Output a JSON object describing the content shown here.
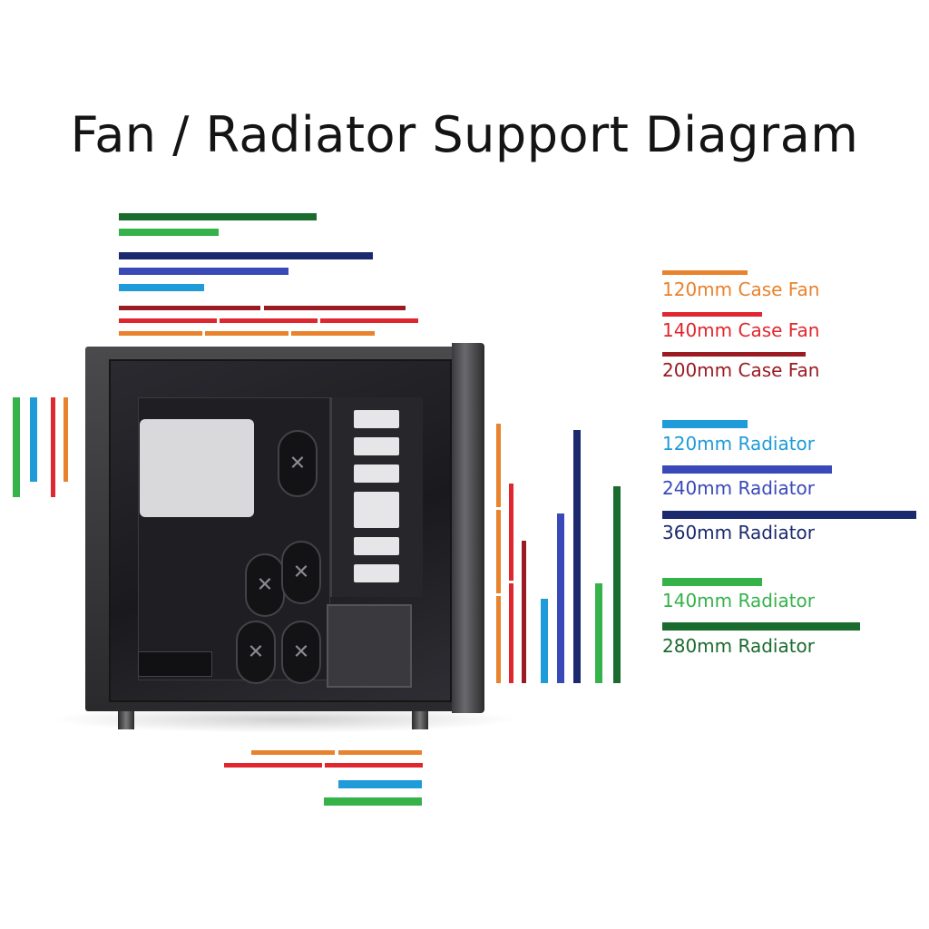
{
  "title": "Fan / Radiator Support Diagram",
  "colors": {
    "fan120": "#e8822c",
    "fan140": "#e0262e",
    "fan200": "#9a1b22",
    "rad120": "#1e9bd8",
    "rad240": "#3949b8",
    "rad360": "#1b2a6e",
    "rad140": "#35b24a",
    "rad280": "#1a6b2e"
  },
  "legend": [
    {
      "label": "120mm Case Fan",
      "color": "#e8822c"
    },
    {
      "label": "140mm Case Fan",
      "color": "#e0262e"
    },
    {
      "label": "200mm Case Fan",
      "color": "#9a1b22"
    },
    {
      "label": "120mm Radiator",
      "color": "#1e9bd8"
    },
    {
      "label": "240mm Radiator",
      "color": "#3949b8"
    },
    {
      "label": "360mm Radiator",
      "color": "#1b2a6e"
    },
    {
      "label": "140mm Radiator",
      "color": "#35b24a"
    },
    {
      "label": "280mm Radiator",
      "color": "#1a6b2e"
    }
  ]
}
